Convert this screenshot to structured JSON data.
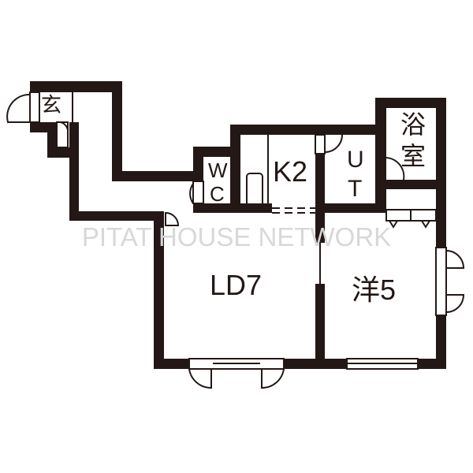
{
  "watermark": "PITAT HOUSE NETWORK",
  "rooms": {
    "entrance": "玄",
    "wc_w": "W",
    "wc_c": "C",
    "kitchen": "K2",
    "utility_u": "U",
    "utility_t": "T",
    "bath_1": "浴",
    "bath_2": "室",
    "living": "LD7",
    "western": "洋5"
  },
  "colors": {
    "wall": "#231815",
    "watermark": "#d8d8d8"
  }
}
